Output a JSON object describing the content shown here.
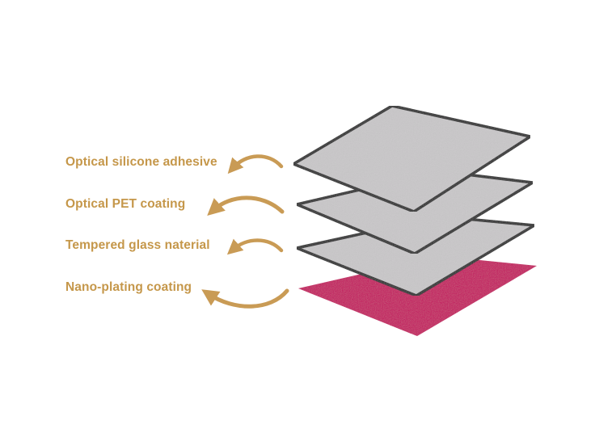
{
  "colors": {
    "label_text": "#c5974a",
    "arrow": "#c99b55",
    "layer_fill": "#c9c7c9",
    "layer_border": "#2b2b2b",
    "coating_fill": "#c4095f"
  },
  "layers": [
    {
      "label": "Optical silicone adhesive",
      "fill": "layer_fill"
    },
    {
      "label": "Optical PET coating",
      "fill": "layer_fill"
    },
    {
      "label": "Tempered glass naterial",
      "fill": "layer_fill"
    },
    {
      "label": "Nano-plating coating",
      "fill": "coating_fill"
    }
  ]
}
